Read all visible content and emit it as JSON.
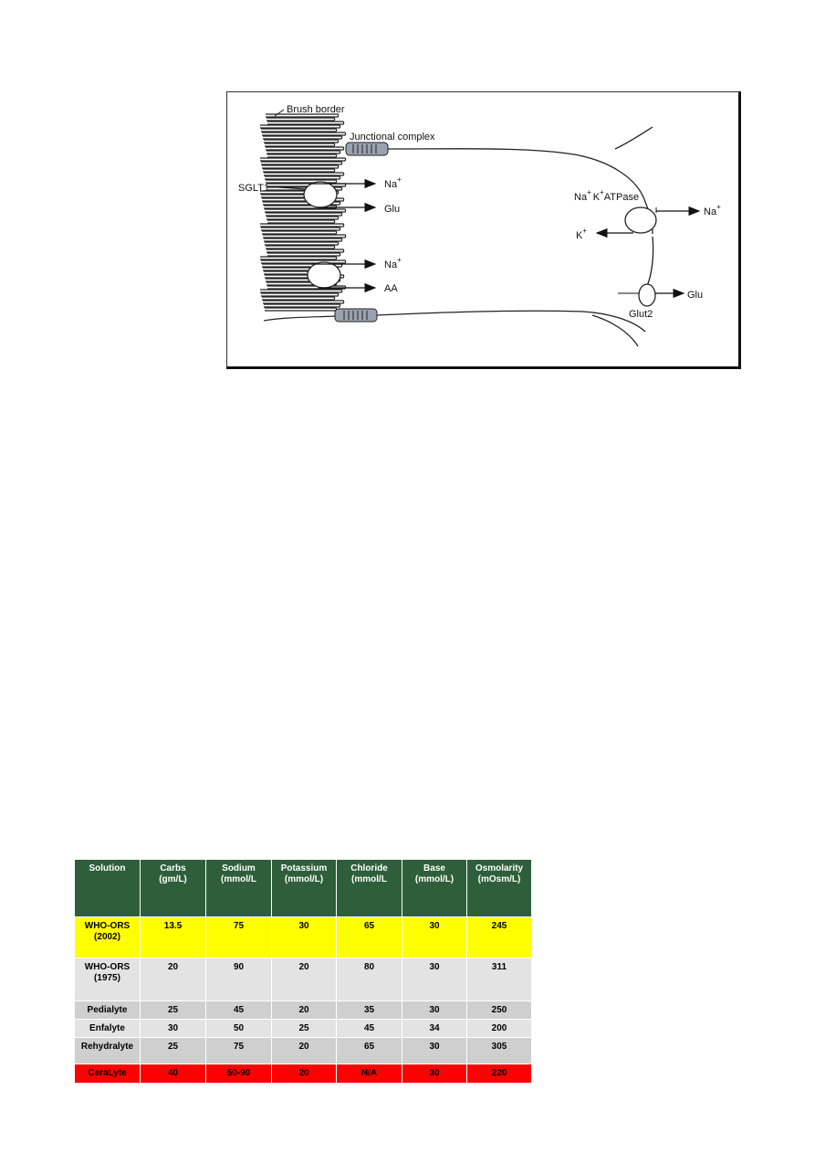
{
  "diagram": {
    "labels": {
      "brush_border": "Brush border",
      "junctional_complex": "Junctional complex",
      "sglt1": "SGLT1",
      "na_top": "Na",
      "glu_top": "Glu",
      "na_mid": "Na",
      "aa": "AA",
      "atpase": "Na",
      "atpase_k": "K",
      "atpase_tail": "ATPase",
      "na_right": "Na",
      "k_left": "K",
      "glu_right": "Glu",
      "glut2": "Glut2",
      "plus": "+"
    }
  },
  "table": {
    "headers": [
      [
        "Solution"
      ],
      [
        "Carbs",
        "(gm/L)"
      ],
      [
        "Sodium",
        "(mmol/L"
      ],
      [
        "Potassium",
        "(mmol/L)"
      ],
      [
        "Chloride",
        "(mmol/L"
      ],
      [
        "Base",
        "(mmol/L)"
      ],
      [
        "Osmolarity",
        "(mOsm/L)"
      ]
    ],
    "rows": [
      {
        "style": "row-yellow",
        "cells": [
          [
            "WHO-ORS",
            "(2002)"
          ],
          [
            "13.5"
          ],
          [
            "75"
          ],
          [
            "30"
          ],
          [
            "65"
          ],
          [
            "30"
          ],
          [
            "245"
          ]
        ]
      },
      {
        "style": "row-light row-1975",
        "cells": [
          [
            "WHO-ORS",
            "(1975)"
          ],
          [
            "20"
          ],
          [
            "90"
          ],
          [
            "20"
          ],
          [
            "80"
          ],
          [
            "30"
          ],
          [
            "311"
          ]
        ]
      },
      {
        "style": "row-gray row-ped",
        "cells": [
          [
            "Pedialyte"
          ],
          [
            "25"
          ],
          [
            "45"
          ],
          [
            "20"
          ],
          [
            "35"
          ],
          [
            "30"
          ],
          [
            "250"
          ]
        ]
      },
      {
        "style": "row-light row-enf",
        "cells": [
          [
            "Enfalyte"
          ],
          [
            "30"
          ],
          [
            "50"
          ],
          [
            "25"
          ],
          [
            "45"
          ],
          [
            "34"
          ],
          [
            "200"
          ]
        ]
      },
      {
        "style": "row-gray row-reh",
        "cells": [
          [
            "Rehydralyte"
          ],
          [
            "25"
          ],
          [
            "75"
          ],
          [
            "20"
          ],
          [
            "65"
          ],
          [
            "30"
          ],
          [
            "305"
          ]
        ]
      },
      {
        "style": "row-red",
        "cells": [
          [
            "CeraLyte"
          ],
          [
            "40"
          ],
          [
            "50-90"
          ],
          [
            "20"
          ],
          [
            "N/A"
          ],
          [
            "30"
          ],
          [
            "220"
          ]
        ]
      }
    ]
  }
}
